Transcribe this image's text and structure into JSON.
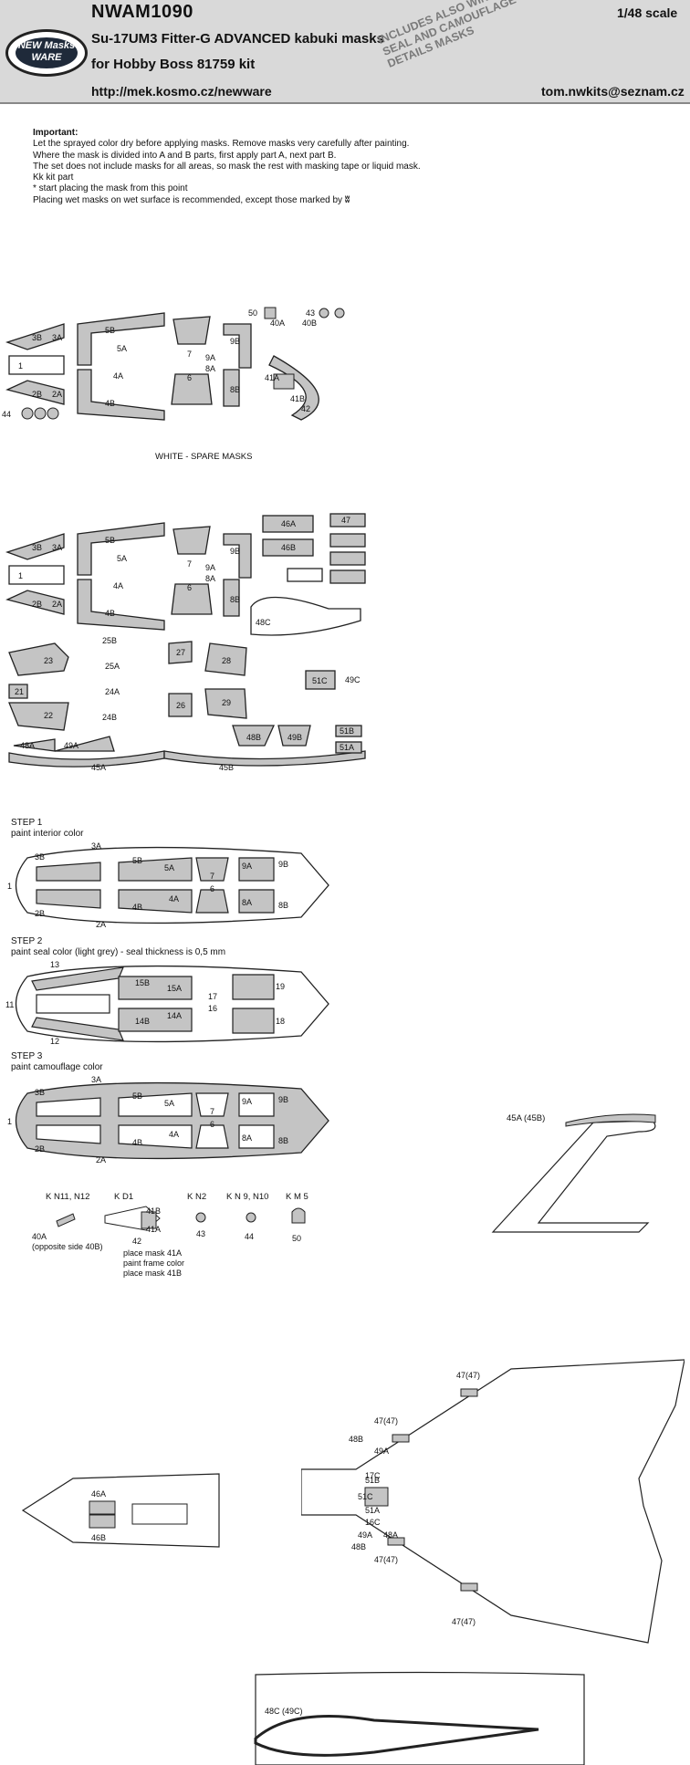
{
  "header": {
    "logo_lines": [
      "NEW Masks",
      "WARE"
    ],
    "code": "NWAM1090",
    "scale": "1/48 scale",
    "title_line1": "Su-17UM3 Fitter-G ADVANCED kabuki masks",
    "title_line2": "for Hobby Boss 81759 kit",
    "url": "http://mek.kosmo.cz/newware",
    "email": "tom.nwkits@seznam.cz",
    "stamp_lines": [
      "INCLUDES ALSO WINDOWS",
      "SEAL AND CAMOUFLAGE",
      "DETAILS MASKS"
    ]
  },
  "important": {
    "heading": "Important:",
    "lines": [
      "Let the sprayed color dry before applying masks. Remove masks very carefully after painting.",
      "Where the mask is divided into A and B parts, first apply part A, next part B.",
      "The set does not include masks for all areas, so mask the rest with masking tape or liquid mask.",
      "Kk kit part",
      "* start placing the mask from this point",
      "Placing wet masks on wet surface is recommended, except those marked by"
    ]
  },
  "sheet1_labels": [
    "3B",
    "3A",
    "1",
    "2B",
    "2A",
    "44",
    "5B",
    "5A",
    "4A",
    "4B",
    "7",
    "9A",
    "8A",
    "6",
    "9B",
    "8B",
    "50",
    "43",
    "40A",
    "40B",
    "41A",
    "41B",
    "42"
  ],
  "spare_title": "WHITE - SPARE MASKS",
  "sheet2_labels": [
    "3B",
    "3A",
    "1",
    "2B",
    "2A",
    "5B",
    "5A",
    "4A",
    "4B",
    "7",
    "9A",
    "8A",
    "6",
    "9B",
    "8B",
    "46A",
    "46B",
    "47",
    "48C",
    "23",
    "21",
    "22",
    "25B",
    "25A",
    "24A",
    "24B",
    "27",
    "26",
    "28",
    "29",
    "51C",
    "49C",
    "48A",
    "49A",
    "45A",
    "45B",
    "48B",
    "49B",
    "51B",
    "51A"
  ],
  "steps": [
    {
      "title": "STEP 1",
      "desc": "paint interior color",
      "labels": [
        "3A",
        "3B",
        "1",
        "2B",
        "2A",
        "5B",
        "5A",
        "4B",
        "4A",
        "7",
        "6",
        "9A",
        "8A",
        "9B",
        "8B"
      ]
    },
    {
      "title": "STEP 2",
      "desc": "paint seal color (light grey)  - seal thickness is 0,5 mm",
      "labels": [
        "13",
        "11",
        "12",
        "15B",
        "15A",
        "14B",
        "14A",
        "17",
        "16",
        "19",
        "18"
      ]
    },
    {
      "title": "STEP 3",
      "desc": "paint camouflage color",
      "labels": [
        "3A",
        "3B",
        "1",
        "2B",
        "2A",
        "5B",
        "5A",
        "4B",
        "4A",
        "7",
        "6",
        "9A",
        "8A",
        "9B",
        "8B"
      ]
    }
  ],
  "kit_parts": [
    {
      "title": "K N11, N12",
      "labels": [
        "40A",
        "(opposite side 40B)"
      ]
    },
    {
      "title": "K D1",
      "labels": [
        "41B",
        "41A",
        "42"
      ]
    },
    {
      "title": "K N2",
      "labels": [
        "43"
      ]
    },
    {
      "title": "K N 9, N10",
      "labels": [
        "44"
      ]
    },
    {
      "title": "K M 5",
      "labels": [
        "50"
      ]
    }
  ],
  "kd1_notes": [
    "place mask 41A",
    "paint frame color",
    "place mask 41B"
  ],
  "fin_label": "45A (45B)",
  "tank_labels": [
    "46A",
    "46B"
  ],
  "wing_labels": [
    "47(47)",
    "47(47)",
    "48B",
    "49A",
    "17C",
    "51B",
    "51C",
    "51A",
    "16C",
    "48A",
    "49A",
    "48B",
    "47(47)",
    "47(47)"
  ],
  "bottom_label": "48C (49C)",
  "colors": {
    "mask_fill": "#c4c4c4",
    "outline": "#222222",
    "header_bg": "#d9d9d9",
    "stamp_gray": "#7a7a7a"
  }
}
